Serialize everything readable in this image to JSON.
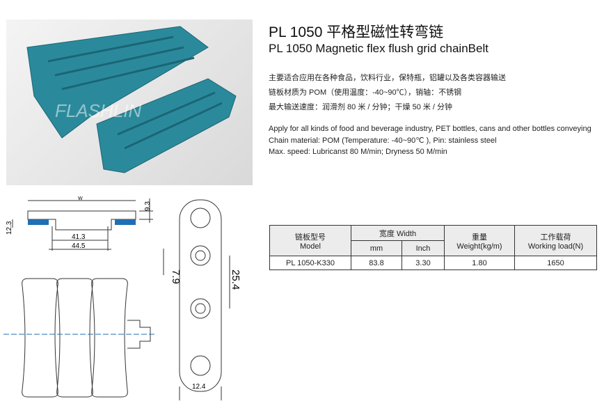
{
  "title_cn": "PL 1050 平格型磁性转弯链",
  "title_en": "PL 1050 Magnetic flex flush grid chainBelt",
  "desc_cn": [
    "主要适合应用在各种食品，饮料行业，保特瓶，铝罐以及各类容器输送",
    "链板材质为 POM（使用温度：-40~90℃），销轴：不锈钢",
    "最大输送速度：润滑剂 80 米 / 分钟；干燥 50 米 / 分钟"
  ],
  "desc_en": [
    "Apply for all kinds of food and beverage industry, PET bottles, cans and other bottles conveying",
    "Chain material: POM (Temperature: -40~90℃ ), Pin: stainless steel",
    "Max. speed: Lubricanst 80 M/min; Dryness 50 M/min"
  ],
  "watermark": "FLASHLIN",
  "dims": {
    "w": "W",
    "h1": "9.3",
    "h2": "12.3",
    "d1": "41.3",
    "d2": "44.5",
    "p1": "7.9",
    "p2": "25.4",
    "p3": "12.4"
  },
  "table": {
    "model_cn": "链板型号",
    "model_en": "Model",
    "width": "宽度 Width",
    "mm": "mm",
    "inch": "Inch",
    "weight_cn": "重量",
    "weight_en": "Weight(kg/m)",
    "load_cn": "工作载荷",
    "load_en": "Working load(N)",
    "rows": [
      {
        "model": "PL 1050-K330",
        "mm": "83.8",
        "inch": "3.30",
        "weight": "1.80",
        "load": "1650"
      }
    ]
  },
  "colors": {
    "chain": "#2a8a9c",
    "magnet": "#1f6fb5"
  }
}
